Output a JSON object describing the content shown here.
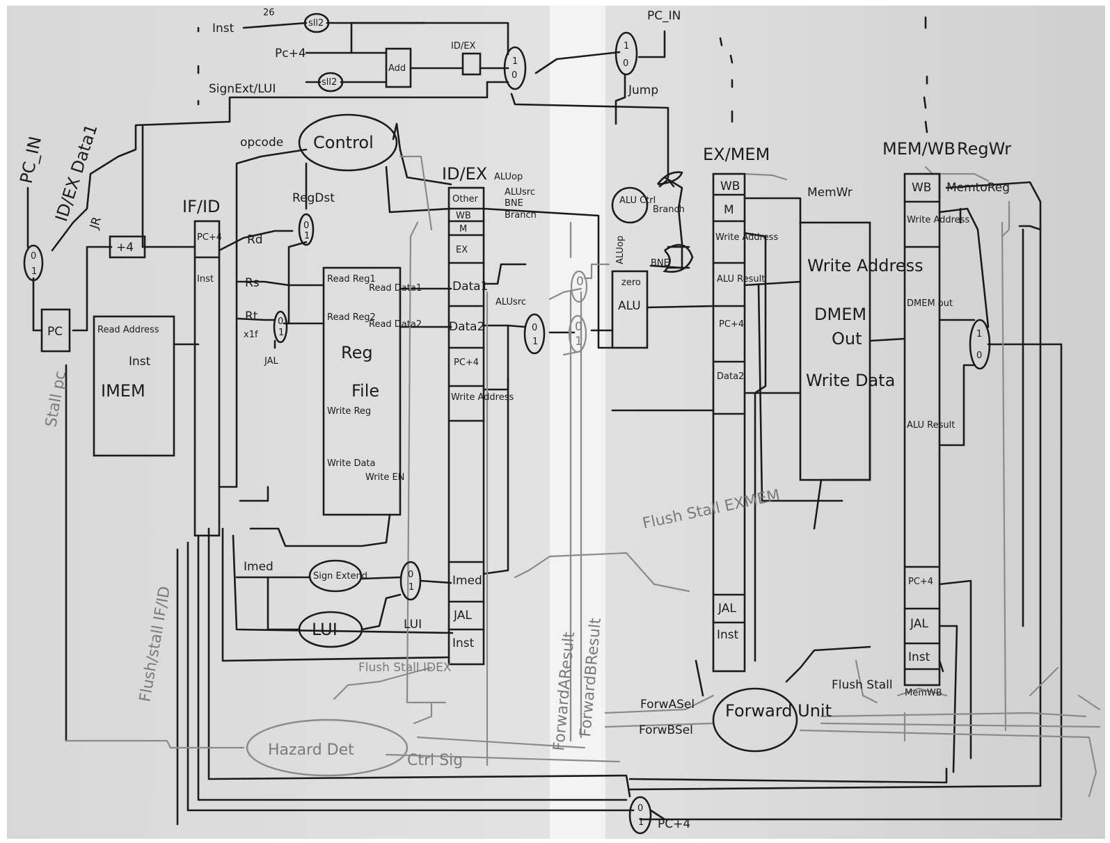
{
  "top_path": {
    "inst": "Inst",
    "bits_26": "26",
    "sll2_a": "sll2",
    "pc4": "Pc+4",
    "sign_ext_lui": "SignExt/LUI",
    "sll2_b": "sll2",
    "add": "Add",
    "id_ex": "ID/EX",
    "pc_in_top": "PC_IN",
    "jump": "Jump"
  },
  "left": {
    "pc_in": "PC_IN",
    "id_ex_data1": "ID/EX Data1",
    "jr": "JR",
    "plus4": "+4",
    "pc": "PC",
    "stall_pc": "Stall pc",
    "flush_stall_if_id": "Flush/stall IF/ID"
  },
  "imem": {
    "read_address": "Read Address",
    "inst": "Inst",
    "name": "IMEM"
  },
  "if_id": {
    "title": "IF/ID",
    "pc4": "PC+4",
    "inst": "Inst"
  },
  "decode": {
    "opcode": "opcode",
    "control": "Control",
    "reg_dst": "RegDst",
    "rd": "Rd",
    "rs": "Rs",
    "rt": "Rt",
    "x1f": "x1f",
    "jal": "JAL",
    "imed": "Imed",
    "sign_extend": "Sign Extend",
    "lui_box": "LUI",
    "lui": "LUI"
  },
  "reg_file": {
    "read_reg1": "Read Reg1",
    "read_data1": "Read Data1",
    "read_reg2": "Read Reg2",
    "read_data2": "Read Data2",
    "reg": "Reg",
    "file": "File",
    "write_reg": "Write Reg",
    "write_data": "Write Data",
    "write_en": "Write EN"
  },
  "id_ex": {
    "title": "ID/EX",
    "other": "Other",
    "wb": "WB",
    "m": "M",
    "ex": "EX",
    "data1": "Data1",
    "data2": "Data2",
    "pc4": "PC+4",
    "write_address": "Write Address",
    "imed": "Imed",
    "jal": "JAL",
    "inst": "Inst",
    "aluop": "ALUop",
    "alusrc": "ALUsrc",
    "bne": "BNE",
    "branch": "Branch",
    "alusrc_mux": "ALUsrc"
  },
  "execute": {
    "alu_ctrl": "ALU Ctrl",
    "aluop_v": "ALUop",
    "zero": "zero",
    "alu": "ALU",
    "branch": "Branch",
    "bne": "BNE"
  },
  "ex_mem": {
    "title": "EX/MEM",
    "wb": "WB",
    "m": "M",
    "write_address": "Write Address",
    "alu_result": "ALU Result",
    "pc4": "PC+4",
    "data2": "Data2",
    "jal": "JAL",
    "inst": "Inst"
  },
  "dmem": {
    "mem_wr": "MemWr",
    "write_address": "Write Address",
    "name": "DMEM",
    "out": "Out",
    "write_data": "Write Data"
  },
  "mem_wb": {
    "title": "MEM/WB",
    "reg_wr": "RegWr",
    "wb": "WB",
    "mem_to_reg": "MemtoReg",
    "write_address": "Write Address",
    "dmem_out": "DMEM out",
    "alu_result": "ALU Result",
    "pc4": "PC+4",
    "jal": "JAL",
    "inst": "Inst"
  },
  "hazard": {
    "hazard_det": "Hazard Det",
    "ctrl_sig": "Ctrl Sig",
    "flush_stall_idex": "Flush Stall IDEX",
    "flush_stall_exmem": "Flush Stall EXMEM",
    "forward_a_result": "ForwardAResult",
    "forward_b_result": "ForwardBResult",
    "forward_a_sel": "ForwASel",
    "forward_b_sel": "ForwBSel",
    "forward_unit": "Forward Unit",
    "flush_stall": "Flush Stall",
    "mem_wb": "MemWB",
    "pc4": "PC+4"
  },
  "mux_labels": {
    "zero": "0",
    "one": "1"
  }
}
